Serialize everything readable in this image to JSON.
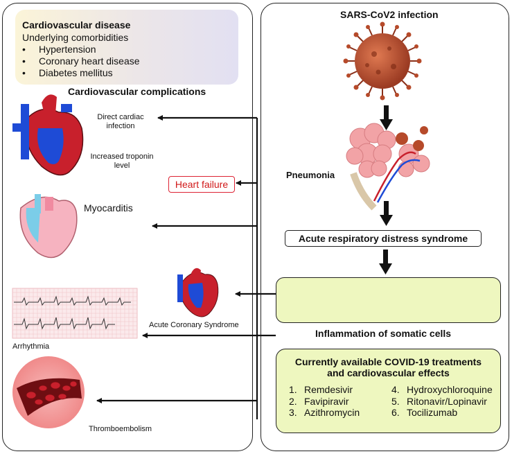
{
  "left_panel": {
    "comorbidities": {
      "title": "Cardiovascular disease",
      "subtitle": "Underlying comorbidities",
      "items": [
        "Hypertension",
        "Coronary heart disease",
        "Diabetes mellitus"
      ]
    },
    "complications_title": "Cardiovascular complications",
    "direct_infection": [
      "Direct cardiac",
      "infection"
    ],
    "troponin": [
      "Increased troponin",
      "level"
    ],
    "heart_failure": "Heart failure",
    "myocarditis": "Myocarditis",
    "acs": "Acute Coronary Syndrome",
    "arrhythmia": "Arrhythmia",
    "thromboembolism": "Thromboembolism"
  },
  "right_panel": {
    "virus_title": "SARS-CoV2 infection",
    "pneumonia": "Pneumonia",
    "ards": "Acute respiratory distress syndrome",
    "inflammation": "Inflammation of somatic cells",
    "treatments": {
      "title_line1": "Currently available COVID-19 treatments",
      "title_line2": "and cardiovascular effects",
      "col1": [
        {
          "n": "1.",
          "name": "Remdesivir"
        },
        {
          "n": "2.",
          "name": "Favipiravir"
        },
        {
          "n": "3.",
          "name": "Azithromycin"
        }
      ],
      "col2": [
        {
          "n": "4.",
          "name": "Hydroxychloroquine"
        },
        {
          "n": "5.",
          "name": "Ritonavir/Lopinavir"
        },
        {
          "n": "6.",
          "name": "Tocilizumab"
        }
      ]
    }
  },
  "colors": {
    "heart_red": "#c8202c",
    "heart_blue": "#1e4bd6",
    "virus": "#b64a2a",
    "lung": "#f2a3a6",
    "highlight_green": "#eef7bf",
    "heart_failure_text": "#d01818"
  }
}
